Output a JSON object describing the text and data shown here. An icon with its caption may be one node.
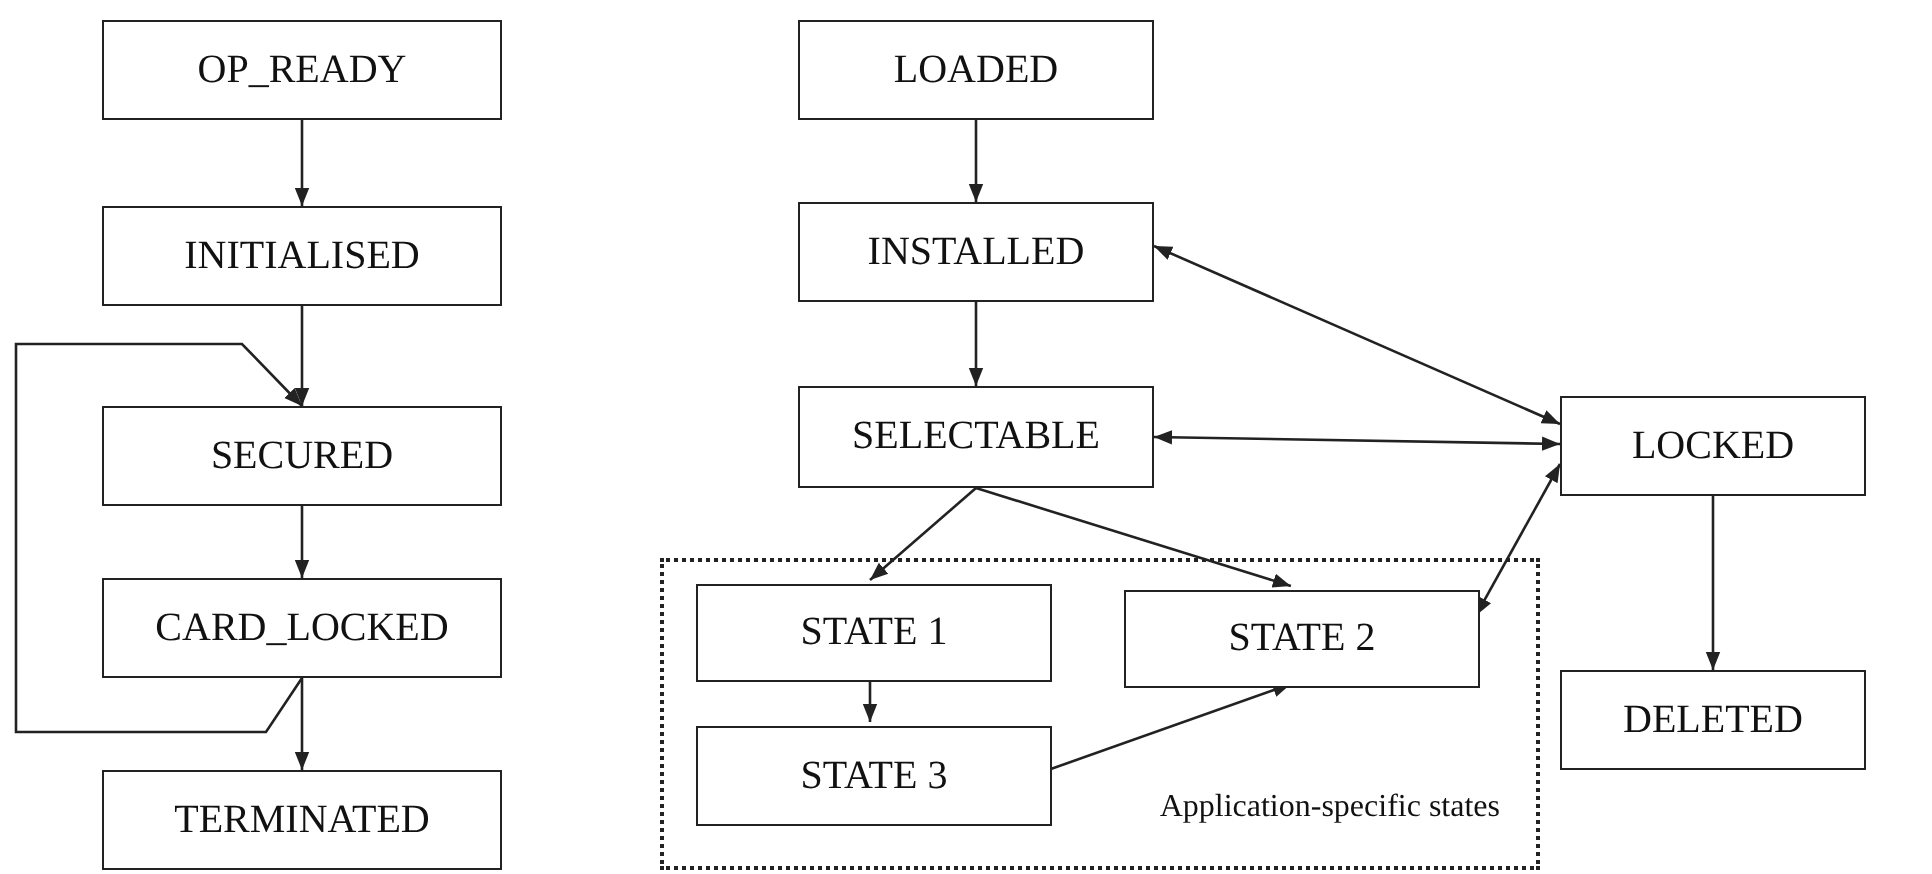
{
  "diagram": {
    "nodes": [
      {
        "text": [
          "OP_READY"
        ]
      },
      {
        "text": [
          "INITIALISED"
        ]
      },
      {
        "text": [
          "SECURED"
        ]
      },
      {
        "text": [
          "CARD_LOCKED"
        ]
      },
      {
        "text": [
          "TERMINATED"
        ]
      },
      {
        "text": [
          "LOADED"
        ]
      },
      {
        "text": [
          "INSTALLED"
        ]
      },
      {
        "text": [
          "SELECTABLE"
        ]
      },
      {
        "text": [
          "LOCKED"
        ]
      },
      {
        "text": [
          "DELETED"
        ]
      },
      {
        "text": [
          "Application-specific states"
        ]
      },
      {
        "text": [
          "STATE 1"
        ],
        "in": 10
      },
      {
        "text": [
          "STATE 2"
        ],
        "in": 10
      },
      {
        "text": [
          "STATE 3"
        ],
        "in": 10
      }
    ],
    "edges": [
      {
        "from": 0,
        "to": 1,
        "arrow": "to"
      },
      {
        "from": 1,
        "to": 2,
        "arrow": "to"
      },
      {
        "from": 2,
        "to": 3,
        "arrow": "to"
      },
      {
        "from": 3,
        "to": 4,
        "arrow": "to"
      },
      {
        "from": 3,
        "to": 2,
        "arrow": "to"
      },
      {
        "from": 5,
        "to": 6,
        "arrow": "to"
      },
      {
        "from": 6,
        "to": 7,
        "arrow": "to"
      },
      {
        "from": 6,
        "to": 8,
        "arrow": "both"
      },
      {
        "from": 7,
        "to": 8,
        "arrow": "both"
      },
      {
        "from": 7,
        "to": 11,
        "arrow": "to"
      },
      {
        "from": 7,
        "to": 12,
        "arrow": "to"
      },
      {
        "from": 12,
        "to": 8,
        "arrow": "both"
      },
      {
        "from": 11,
        "to": 13,
        "arrow": "to"
      },
      {
        "from": 13,
        "to": 12,
        "arrow": "to"
      },
      {
        "from": 8,
        "to": 9,
        "arrow": "to"
      }
    ]
  }
}
